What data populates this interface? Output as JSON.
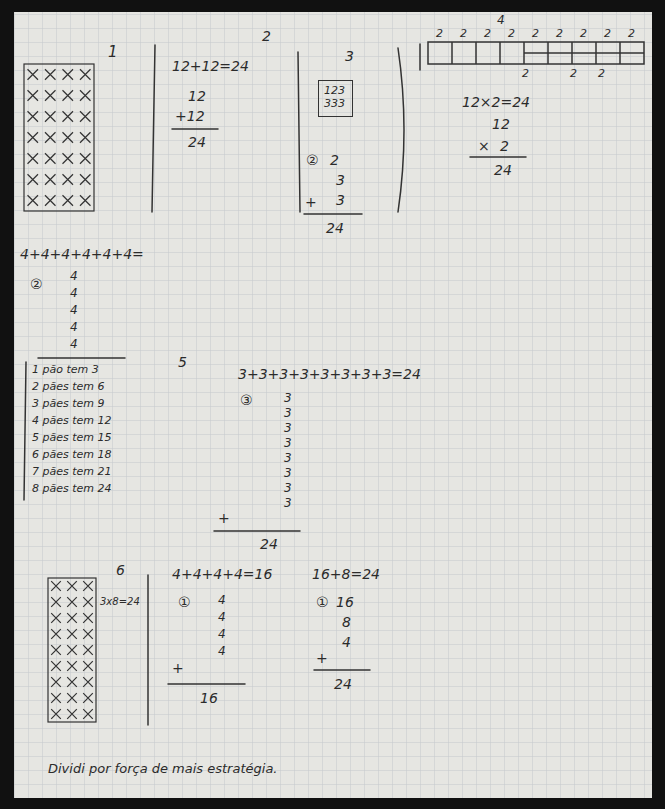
{
  "diagram": {
    "nodes": [
      {
        "text": [
          "123 333"
        ]
      }
    ],
    "labels": [
      "1",
      "2",
      "12+12=24",
      "12",
      "+12",
      "24",
      "3",
      "②",
      "2",
      "3",
      "+",
      "3",
      "24",
      "4",
      "2",
      "2",
      "2",
      "2",
      "2",
      "2",
      "2",
      "2",
      "2",
      "2",
      "2",
      "2",
      "12×2=24",
      "12",
      "×",
      "2",
      "24",
      "4+4+4+4+4+4=",
      "②",
      "4",
      "4",
      "4",
      "4",
      "4",
      "1 pão tem 3",
      "2 pães tem 6",
      "3 pães tem 9",
      "4 pães tem 12",
      "5 pães tem 15",
      "6 pães tem 18",
      "7 pães tem 21",
      "8 pães tem 24",
      "5",
      "3+3+3+3+3+3+3+3=24",
      "③",
      "3",
      "3",
      "3",
      "3",
      "3",
      "3",
      "3",
      "3",
      "+",
      "24",
      "6",
      "3x8=24",
      "4+4+4+4=16",
      "①",
      "4",
      "4",
      "4",
      "4",
      "+",
      "16",
      "16+8=24",
      "①",
      "16",
      "8",
      "4",
      "+",
      "24",
      "Dividi por força de mais estratégia."
    ]
  }
}
